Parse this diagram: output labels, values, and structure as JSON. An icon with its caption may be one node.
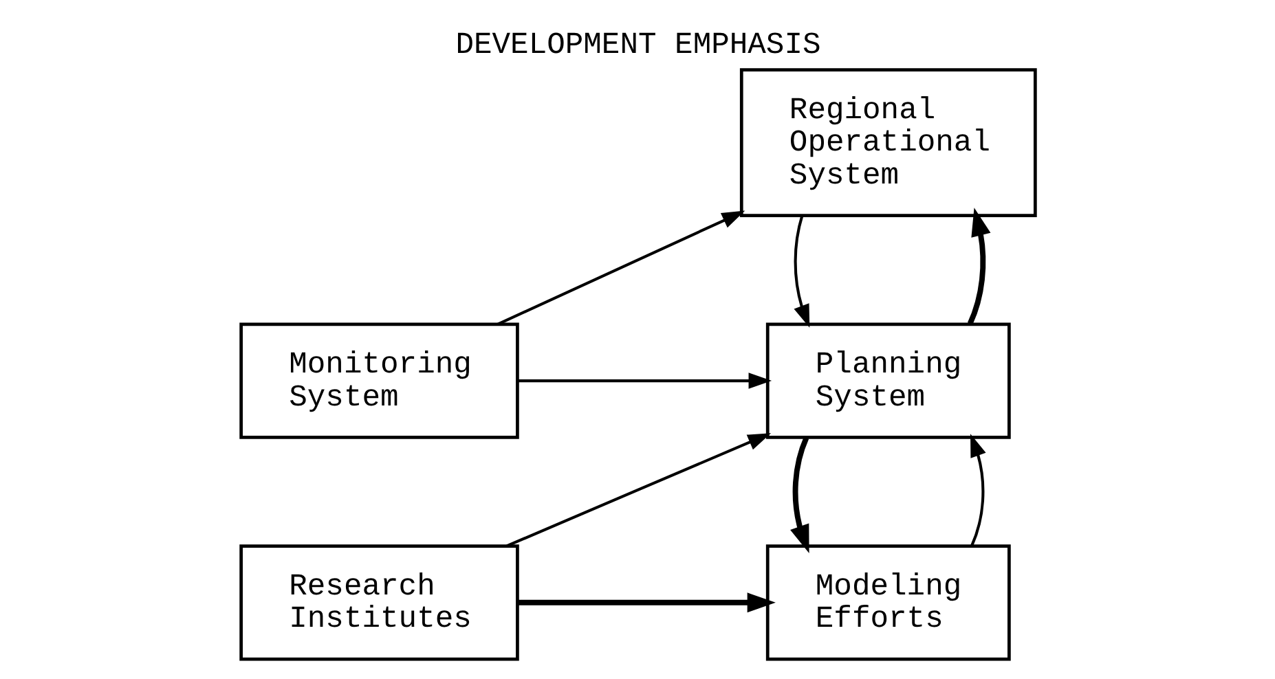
{
  "diagram": {
    "title": "DEVELOPMENT EMPHASIS",
    "nodes": [
      {
        "text": [
          "Regional Operational System"
        ]
      },
      {
        "text": [
          "Planning System"
        ]
      },
      {
        "text": [
          "Monitoring System"
        ]
      },
      {
        "text": [
          "Research Institutes"
        ]
      },
      {
        "text": [
          "Modeling Efforts"
        ]
      }
    ],
    "edges": [
      {
        "from": 1,
        "to": 0,
        "arrow": "to",
        "style": "thick"
      },
      {
        "from": 0,
        "to": 1,
        "arrow": "to"
      },
      {
        "from": 2,
        "to": 0,
        "arrow": "to"
      },
      {
        "from": 2,
        "to": 1,
        "arrow": "to"
      },
      {
        "from": 3,
        "to": 1,
        "arrow": "to"
      },
      {
        "from": 3,
        "to": 4,
        "arrow": "to",
        "style": "thick"
      },
      {
        "from": 1,
        "to": 4,
        "arrow": "to",
        "style": "thick"
      },
      {
        "from": 4,
        "to": 1,
        "arrow": "to"
      }
    ]
  }
}
